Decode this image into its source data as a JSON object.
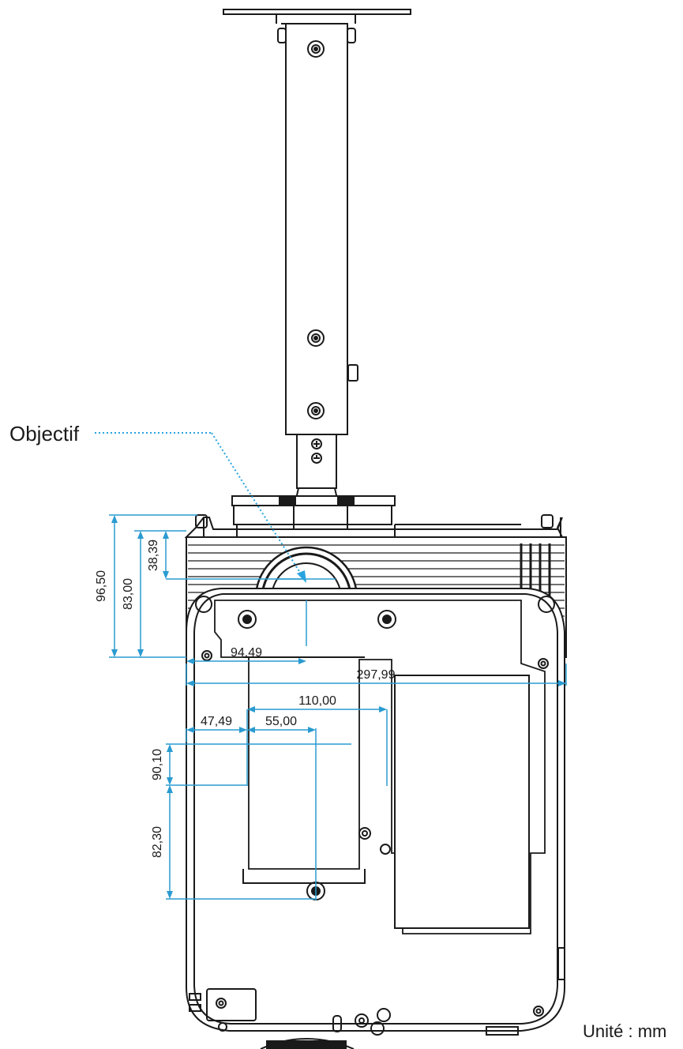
{
  "labels": {
    "lens": "Objectif",
    "unit": "Unité : mm"
  },
  "dimensions": {
    "total_height": "96,50",
    "body_height": "83,00",
    "lens_center_height": "38,39",
    "lens_offset_x": "94,49",
    "total_width": "297,99",
    "mount_width": "110,00",
    "mount_offset_left": "47,49",
    "mount_half_width": "55,00",
    "mount_depth_front": "90,10",
    "mount_depth_rear": "82,30"
  },
  "colors": {
    "dimension": "#2a9bd0",
    "outline": "#1a1a1a",
    "leader": "#29a3df"
  }
}
